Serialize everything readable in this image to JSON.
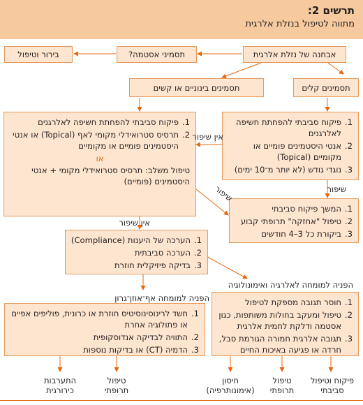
{
  "header": {
    "title": "תרשים 2:",
    "subtitle": "מתווה לטיפול בנזלת אלרגית"
  },
  "nodes": {
    "diagnosis": "אבחנה של נזלת אלרגית",
    "asthma_symptoms": "תסמיני אסטמה?",
    "workup": "בירור וטיפול",
    "mild_symptoms": "תסמינים קלים",
    "moderate_severe_symptoms": "תסמינים בינוניים או קשים"
  },
  "mild_treatment": {
    "items": [
      "פיקוח סביבתי להפחתת חשיפה לאלרגנים",
      "אנטי היסטמינים פומיים או מקומיים (Topical)",
      "נוגדי גודש (לא יותר מ־10 ימים)"
    ]
  },
  "moderate_treatment": {
    "items": [
      "פיקוח סביבתי להפחתת חשיפה לאלרגנים",
      "תרסיס סטרואידלי מקומי לאף (Topical) או אנטי היסטמינים פומיים או מקומיים"
    ],
    "or_label": "או",
    "combo": "טיפול משלב: תרסיס סטרואידלי מקומי + אנטי היסטמינים (פומיים)"
  },
  "maintenance": {
    "items": [
      "המשך פיקוח סביבתי",
      "טיפול \"אחזקה\" תרופתי קבוע",
      "ביקורת כל 3–4 חודשים"
    ]
  },
  "reassessment": {
    "items": [
      "הערכה של היענות (Compliance)",
      "הערכה סביבתית",
      "בדיקה פיזיקלית חוזרת"
    ]
  },
  "ent_referral": {
    "heading": "הפניה למומחה אף־אוזן־גרון",
    "items": [
      "חשד לרינוסינוסיטיס חוזרת או כרונית, פוליפים אפיים או פתולוגיה אחרת",
      "התוויה לבדיקה אנדוסקופית",
      "הדמיה (CT) או בדיקות נוספות"
    ]
  },
  "allergy_referral": {
    "heading": "הפניה למומחה לאלרגיה ואימונולוגיה",
    "items": [
      "חוסר תגובה מספקת לטיפול",
      "טיפול ומעקב בחולות משותפות, כגון אסטמה ודלקת לחמית אלרגית",
      "תגובה אלרגית חמורה הגורמת סבל, חרדה או פגיעה באיכות החיים"
    ]
  },
  "edge_labels": {
    "no_improvement_1": "אין שיפור",
    "improvement_1": "שיפור",
    "improvement_2": "שיפור",
    "no_improvement_2": "אין שיפור"
  },
  "outcomes": {
    "surgery": "התערבות\nכירורגית",
    "drug_ent": "טיפול\nתרופתי",
    "immunotherapy": "חיסון\n(אימונותרפיה)",
    "drug_allergy": "טיפול\nתרופתי",
    "env_control": "פיקוח וטיפול\nסביבתי"
  },
  "colors": {
    "header_bg": "#f6c99f",
    "box_bg": "#fde5cf",
    "box_border": "#e59a5e",
    "arrow": "#e5670f"
  }
}
